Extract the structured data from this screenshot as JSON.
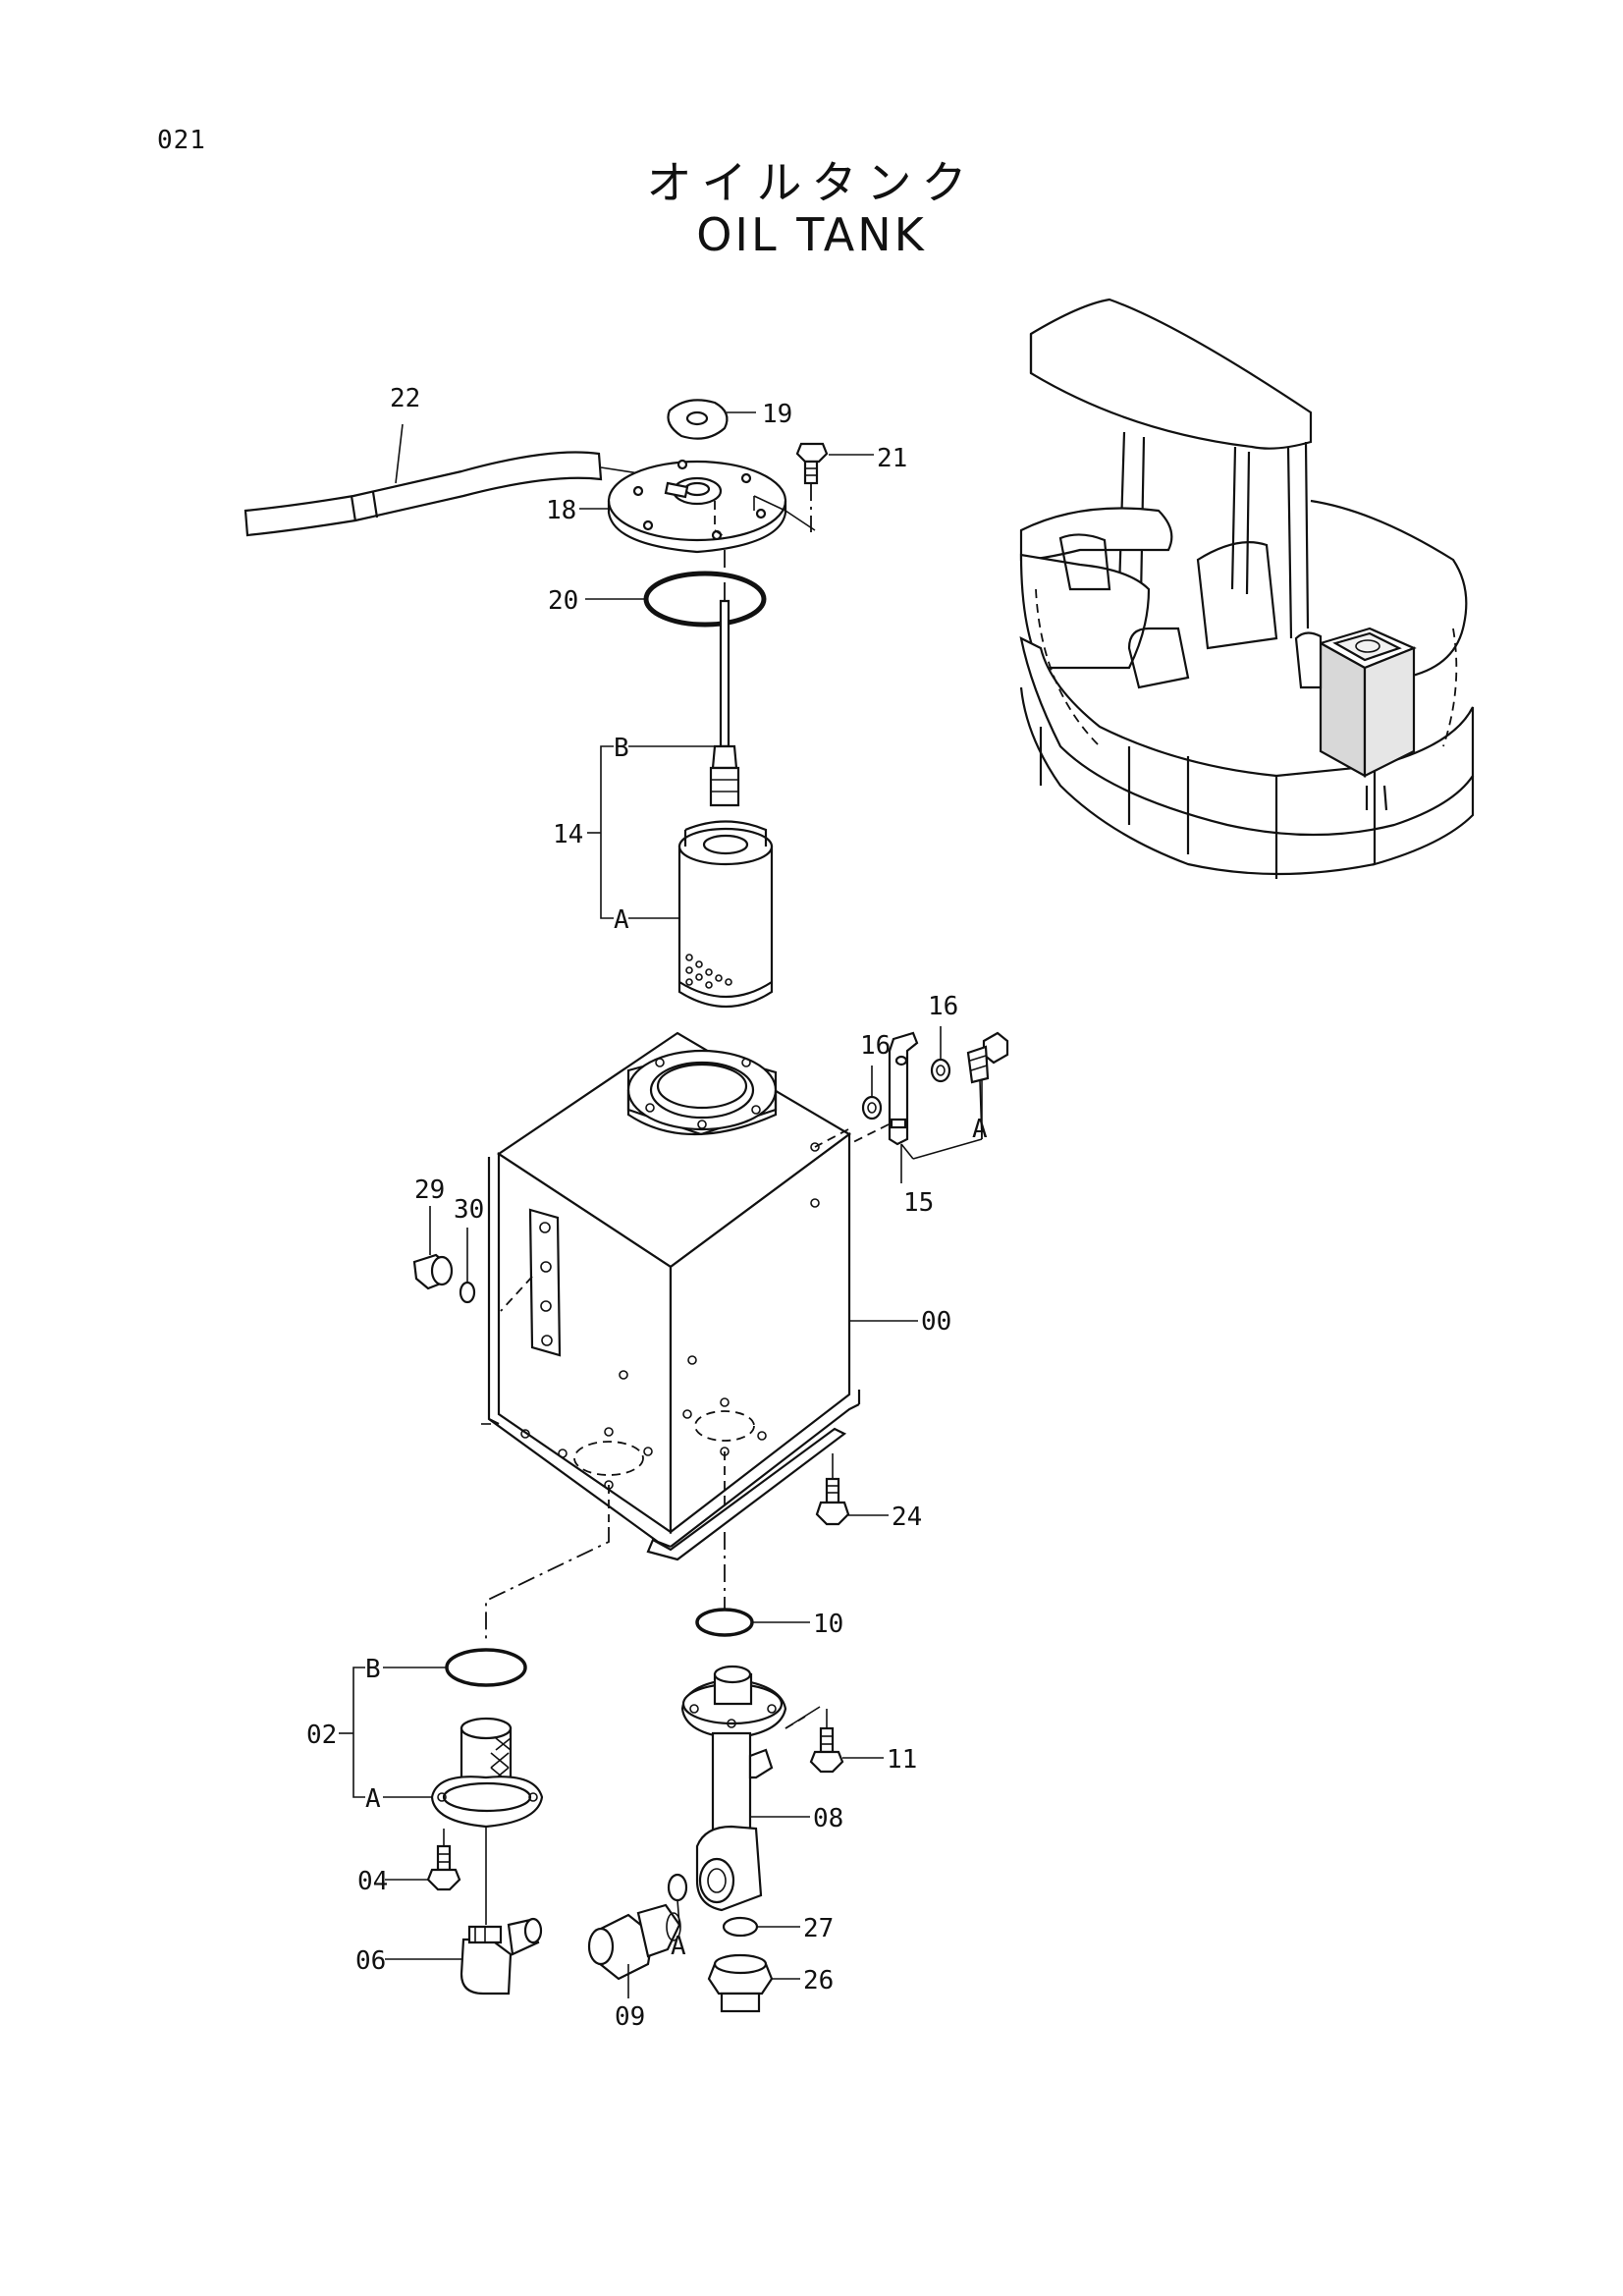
{
  "page_number": "021",
  "title_jp": "オイルタンク",
  "title_en": "OIL TANK",
  "callouts": {
    "p22": "22",
    "p19": "19",
    "p21": "21",
    "p18": "18",
    "p20": "20",
    "p14": "14",
    "p14b": "B",
    "p14a": "A",
    "p16a": "16",
    "p16b": "16",
    "p15": "15",
    "p15a": "A",
    "p29": "29",
    "p30": "30",
    "p00": "00",
    "p24": "24",
    "p10": "10",
    "p02": "02",
    "p02b": "B",
    "p02a": "A",
    "p11": "11",
    "p08": "08",
    "p04": "04",
    "p27": "27",
    "p06": "06",
    "p26": "26",
    "p09": "09",
    "p09a": "A"
  }
}
